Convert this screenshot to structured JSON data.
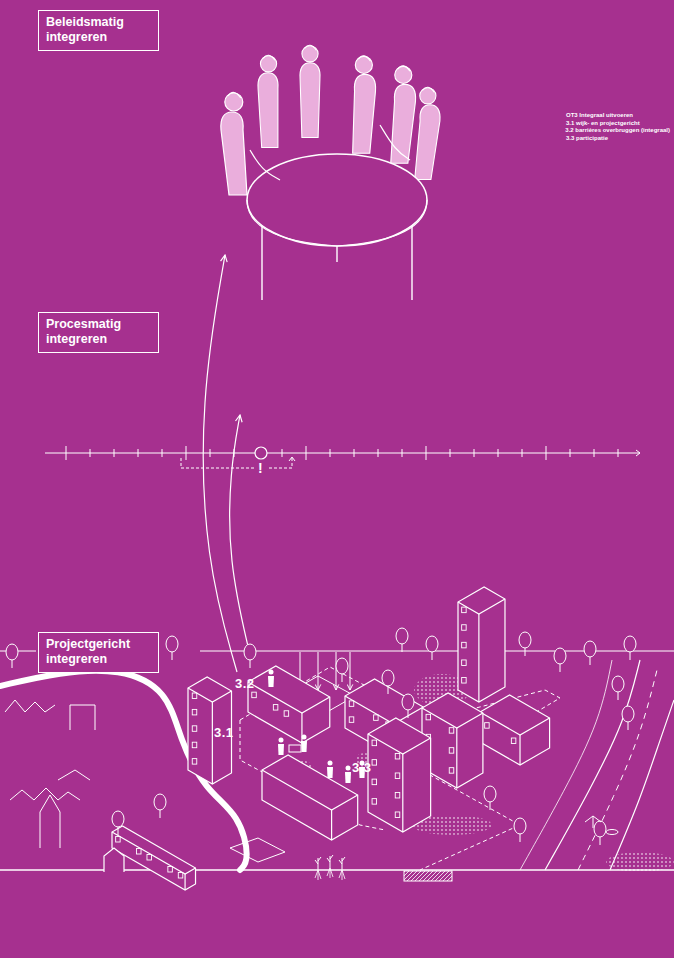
{
  "diagram": {
    "nodes": [
      {
        "text": [
          "Beleidsmatig integreren"
        ]
      },
      {
        "text": [
          "Procesmatig integreren"
        ]
      },
      {
        "text": [
          "Projectgericht integreren"
        ]
      }
    ],
    "labels": [
      "OT3 Integraal uitvoeren",
      "3.1 wijk- en projectgericht",
      "3.2 barrières overbruggen (integraal)",
      "3.3 participatie",
      "3.2",
      "3.1",
      "3.3",
      "!"
    ]
  }
}
